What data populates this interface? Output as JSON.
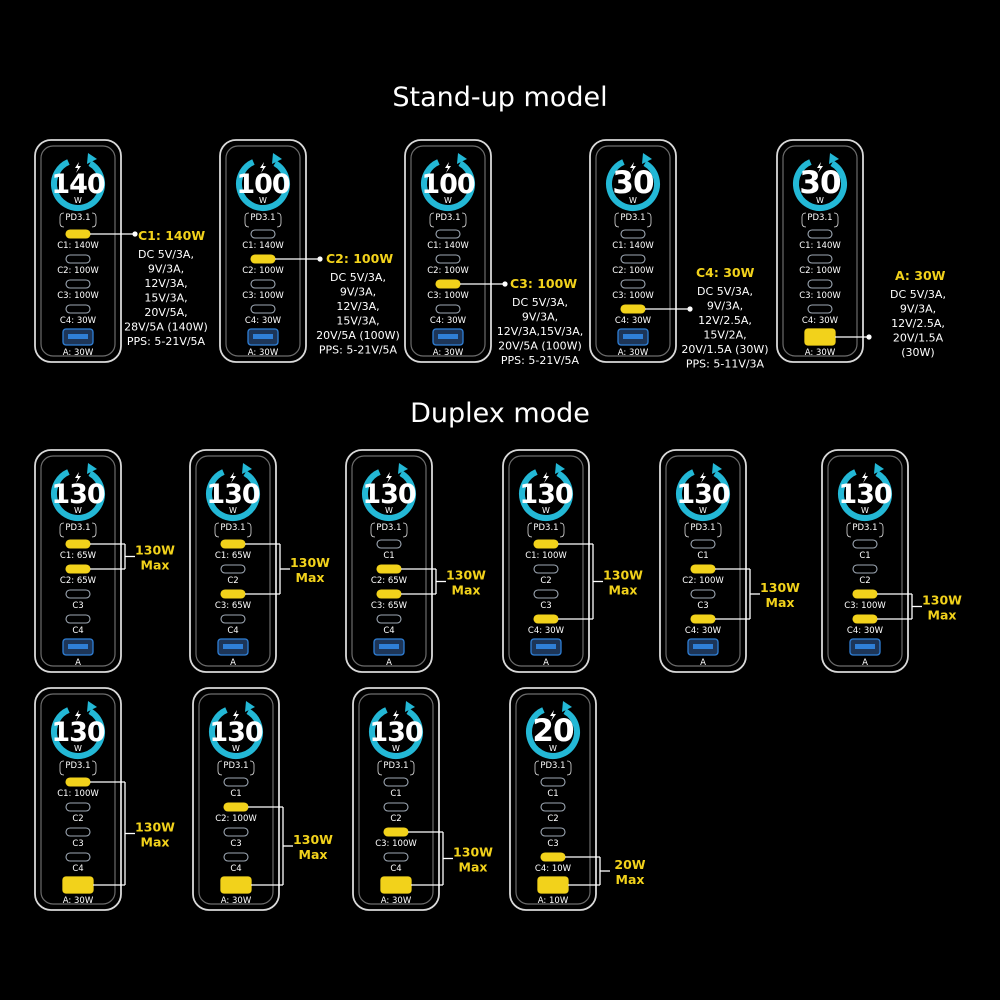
{
  "page": {
    "section_standup": "Stand-up model",
    "section_duplex": "Duplex mode"
  },
  "colors": {
    "background": "#000000",
    "accent_yellow": "#f2d21b",
    "ring_cyan": "#23b8d6",
    "port_outline": "#9ea8b4",
    "usba_blue": "#2f7fd6",
    "device_border": "#d9d9d9"
  },
  "icons": {
    "ring": "circular-arrow-icon",
    "bolt": "lightning-bolt-icon",
    "port_c": "usb-c-port-icon",
    "port_a": "usb-a-port-icon"
  },
  "standup": [
    {
      "watt": "140",
      "unit": "W",
      "pd": "PD3.1",
      "labels": [
        "C1: 140W",
        "C2: 100W",
        "C3: 100W",
        "C4: 30W",
        "A: 30W"
      ],
      "active": [
        0
      ],
      "callout_title": "C1: 140W",
      "callout_lines": [
        "DC 5V/3A,",
        "9V/3A,",
        "12V/3A,",
        "15V/3A,",
        "20V/5A,",
        "28V/5A (140W)",
        "PPS: 5-21V/5A"
      ]
    },
    {
      "watt": "100",
      "unit": "W",
      "pd": "PD3.1",
      "labels": [
        "C1: 140W",
        "C2: 100W",
        "C3: 100W",
        "C4: 30W",
        "A: 30W"
      ],
      "active": [
        1
      ],
      "callout_title": "C2: 100W",
      "callout_lines": [
        "DC 5V/3A,",
        "9V/3A,",
        "12V/3A,",
        "15V/3A,",
        "20V/5A (100W)",
        "PPS: 5-21V/5A"
      ]
    },
    {
      "watt": "100",
      "unit": "W",
      "pd": "PD3.1",
      "labels": [
        "C1: 140W",
        "C2: 100W",
        "C3: 100W",
        "C4: 30W",
        "A: 30W"
      ],
      "active": [
        2
      ],
      "callout_title": "C3: 100W",
      "callout_lines": [
        "DC 5V/3A,",
        "9V/3A,",
        "12V/3A,15V/3A,",
        "20V/5A (100W)",
        "PPS: 5-21V/5A"
      ]
    },
    {
      "watt": "30",
      "unit": "W",
      "pd": "PD3.1",
      "labels": [
        "C1: 140W",
        "C2: 100W",
        "C3: 100W",
        "C4: 30W",
        "A: 30W"
      ],
      "active": [
        3
      ],
      "callout_title": "C4: 30W",
      "callout_lines": [
        "DC 5V/3A,",
        "9V/3A,",
        "12V/2.5A,",
        "15V/2A,",
        "20V/1.5A (30W)",
        "PPS: 5-11V/3A"
      ]
    },
    {
      "watt": "30",
      "unit": "W",
      "pd": "PD3.1",
      "labels": [
        "C1: 140W",
        "C2: 100W",
        "C3: 100W",
        "C4: 30W",
        "A: 30W"
      ],
      "active": [
        4
      ],
      "callout_title": "A: 30W",
      "callout_lines": [
        "DC 5V/3A,",
        "9V/3A,",
        "12V/2.5A,",
        "20V/1.5A",
        "(30W)"
      ]
    }
  ],
  "duplex": [
    {
      "watt": "130",
      "unit": "W",
      "pd": "PD3.1",
      "labels": [
        "C1: 65W",
        "C2: 65W",
        "C3",
        "C4",
        "A"
      ],
      "active": [
        0,
        1
      ],
      "max_watt": "130W",
      "max_text": "Max"
    },
    {
      "watt": "130",
      "unit": "W",
      "pd": "PD3.1",
      "labels": [
        "C1: 65W",
        "C2",
        "C3: 65W",
        "C4",
        "A"
      ],
      "active": [
        0,
        2
      ],
      "max_watt": "130W",
      "max_text": "Max"
    },
    {
      "watt": "130",
      "unit": "W",
      "pd": "PD3.1",
      "labels": [
        "C1",
        "C2: 65W",
        "C3: 65W",
        "C4",
        "A"
      ],
      "active": [
        1,
        2
      ],
      "max_watt": "130W",
      "max_text": "Max"
    },
    {
      "watt": "130",
      "unit": "W",
      "pd": "PD3.1",
      "labels": [
        "C1: 100W",
        "C2",
        "C3",
        "C4: 30W",
        "A"
      ],
      "active": [
        0,
        3
      ],
      "max_watt": "130W",
      "max_text": "Max"
    },
    {
      "watt": "130",
      "unit": "W",
      "pd": "PD3.1",
      "labels": [
        "C1",
        "C2: 100W",
        "C3",
        "C4: 30W",
        "A"
      ],
      "active": [
        1,
        3
      ],
      "max_watt": "130W",
      "max_text": "Max"
    },
    {
      "watt": "130",
      "unit": "W",
      "pd": "PD3.1",
      "labels": [
        "C1",
        "C2",
        "C3: 100W",
        "C4: 30W",
        "A"
      ],
      "active": [
        2,
        3
      ],
      "max_watt": "130W",
      "max_text": "Max"
    },
    {
      "watt": "130",
      "unit": "W",
      "pd": "PD3.1",
      "labels": [
        "C1: 100W",
        "C2",
        "C3",
        "C4",
        "A: 30W"
      ],
      "active": [
        0,
        4
      ],
      "max_watt": "130W",
      "max_text": "Max"
    },
    {
      "watt": "130",
      "unit": "W",
      "pd": "PD3.1",
      "labels": [
        "C1",
        "C2: 100W",
        "C3",
        "C4",
        "A: 30W"
      ],
      "active": [
        1,
        4
      ],
      "max_watt": "130W",
      "max_text": "Max"
    },
    {
      "watt": "130",
      "unit": "W",
      "pd": "PD3.1",
      "labels": [
        "C1",
        "C2",
        "C3: 100W",
        "C4",
        "A: 30W"
      ],
      "active": [
        2,
        4
      ],
      "max_watt": "130W",
      "max_text": "Max"
    },
    {
      "watt": "20",
      "unit": "W",
      "pd": "PD3.1",
      "labels": [
        "C1",
        "C2",
        "C3",
        "C4: 10W",
        "A: 10W"
      ],
      "active": [
        3,
        4
      ],
      "max_watt": "20W",
      "max_text": "Max"
    }
  ]
}
